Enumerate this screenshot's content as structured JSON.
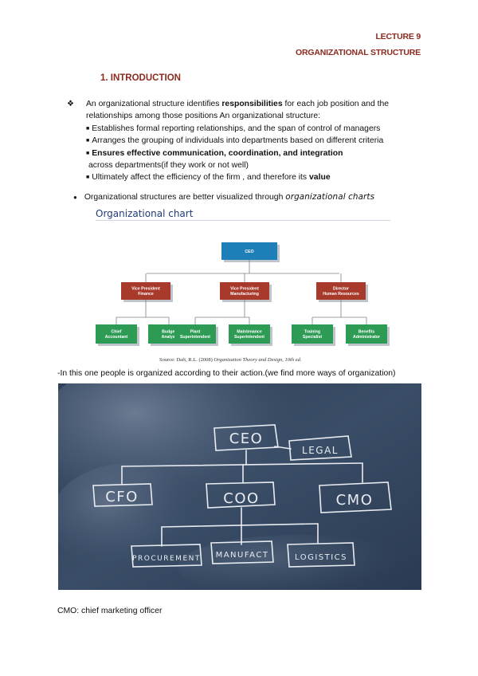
{
  "header": {
    "line1": "LECTURE 9",
    "line2": "ORGANIZATIONAL STRUCTURE"
  },
  "section_title": "1.   INTRODUCTION",
  "bullets": {
    "diamond_marker": "❖",
    "p1_pre": "An organizational structure identifies ",
    "p1_bold": "responsibilities",
    "p1_post": " for each job position and the",
    "p1_line2": "relationships among those positions An organizational structure:",
    "square_marker": "■",
    "item1": "Establishes formal reporting relationships, and the span of control of managers",
    "item2": "Arranges the grouping of individuals into departments based on different criteria",
    "item3_bold": "Ensures effective communication, coordination, and integration",
    "item3_cont": "across departments(if they work or not well)",
    "item4_pre": "Ultimately affect the efficiency of the firm , and therefore its ",
    "item4_bold": "value"
  },
  "dot_bullet": {
    "marker": "●",
    "text": "Organizational structures are better visualized through ",
    "italic": "organizational charts"
  },
  "org_figure": {
    "title": "Organizational chart",
    "colors": {
      "top": "#1e7fb8",
      "vp": "#a83a2c",
      "leaf": "#2e9b55"
    },
    "top_box": "CEO",
    "vp_boxes": [
      [
        "Vice President",
        "Finance"
      ],
      [
        "Vice President",
        "Manufacturing"
      ],
      [
        "Director",
        "Human Resources"
      ]
    ],
    "leaf_boxes": [
      [
        "Chief",
        "Accountant"
      ],
      [
        "Budget",
        "Analyst"
      ],
      [
        "Plant",
        "Superintendent"
      ],
      [
        "Maintenance",
        "Superintendent"
      ],
      [
        "Training",
        "Specialist"
      ],
      [
        "Benefits",
        "Administrator"
      ]
    ],
    "source_pre": "Source: Daft, R.L. (2008) ",
    "source_italic": "Organization Theory and Design, 10th ed."
  },
  "caption": "-In this one people is organized according to their action.(we find more ways of organization)",
  "chalkboard": {
    "top": "CEO",
    "side": "LEGAL",
    "middle": [
      "CFO",
      "COO",
      "CMO"
    ],
    "bottom": [
      "PROCUREMENT",
      "MANUFACT",
      "LOGISTICS"
    ]
  },
  "footnote": "CMO: chief marketing officer"
}
